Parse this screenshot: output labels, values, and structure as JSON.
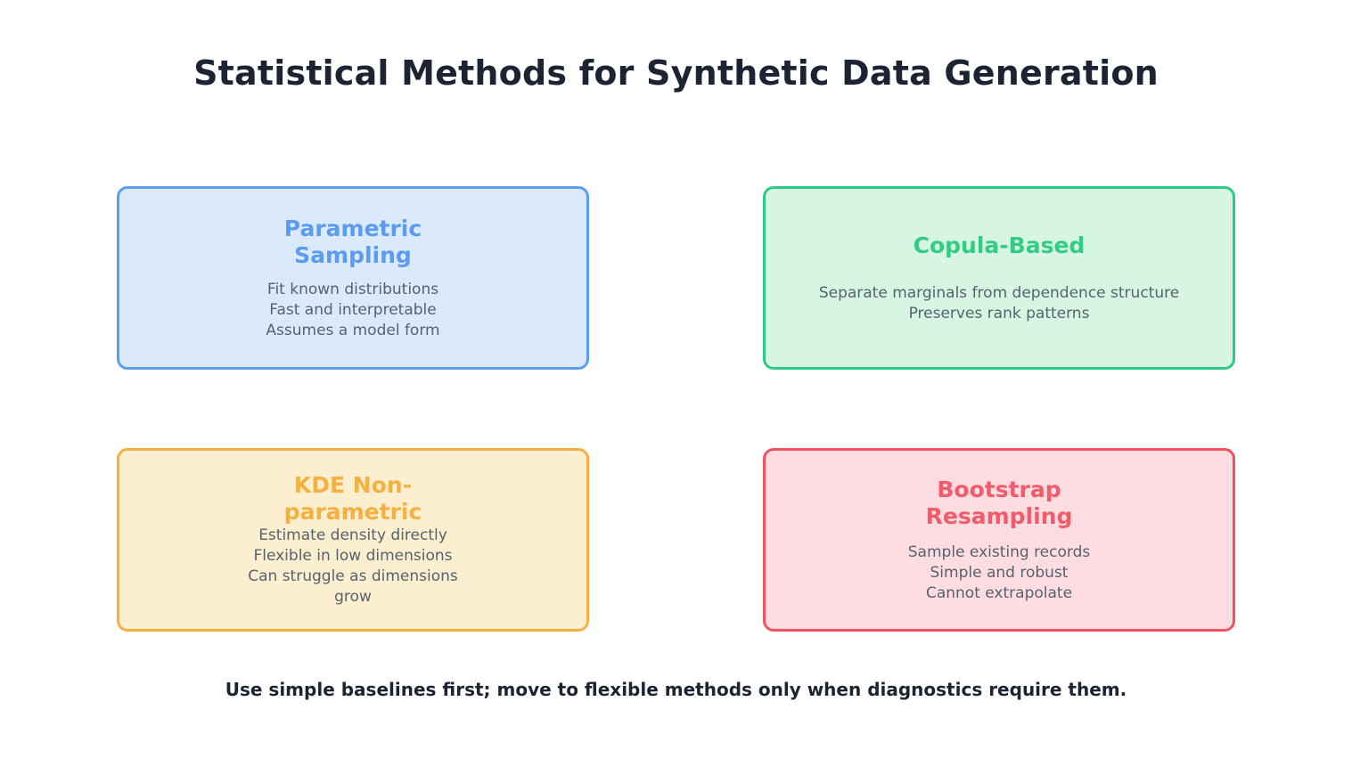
{
  "page": {
    "title": "Statistical Methods for Synthetic Data Generation",
    "footer": "Use simple baselines first; move to flexible methods only when diagnostics require them.",
    "background_color": "#ffffff",
    "title_color": "#1c2333",
    "body_text_color": "#58616e"
  },
  "cards": [
    {
      "id": "parametric",
      "title": "Parametric Sampling",
      "lines": [
        "Fit known distributions",
        "Fast and interpretable",
        "Assumes a model form"
      ],
      "body": "Fit known distributions\nFast and interpretable\nAssumes a model form",
      "border_color": "#5b9bf0",
      "fill_color": "#dbeafa",
      "title_color": "#5b9bf0"
    },
    {
      "id": "copula",
      "title": "Copula-Based",
      "lines": [
        "Separate marginals from dependence structure",
        "Preserves rank patterns"
      ],
      "body": "Separate marginals from dependence structure\nPreserves rank patterns",
      "border_color": "#2ecc80",
      "fill_color": "#d6f5e3",
      "title_color": "#34cc85"
    },
    {
      "id": "kde",
      "title": "KDE Non-parametric",
      "lines": [
        "Estimate density directly",
        "Flexible in low dimensions",
        "Can struggle as dimensions grow"
      ],
      "body": "Estimate density directly\nFlexible in low dimensions\nCan struggle as dimensions grow",
      "border_color": "#f5b041",
      "fill_color": "#fcefcf",
      "title_color": "#f5b041"
    },
    {
      "id": "bootstrap",
      "title": "Bootstrap Resampling",
      "lines": [
        "Sample existing records",
        "Simple and robust",
        "Cannot extrapolate"
      ],
      "body": "Sample existing records\nSimple and robust\nCannot extrapolate",
      "border_color": "#ef5260",
      "fill_color": "#fdddE1",
      "title_color": "#f25c6a"
    }
  ]
}
